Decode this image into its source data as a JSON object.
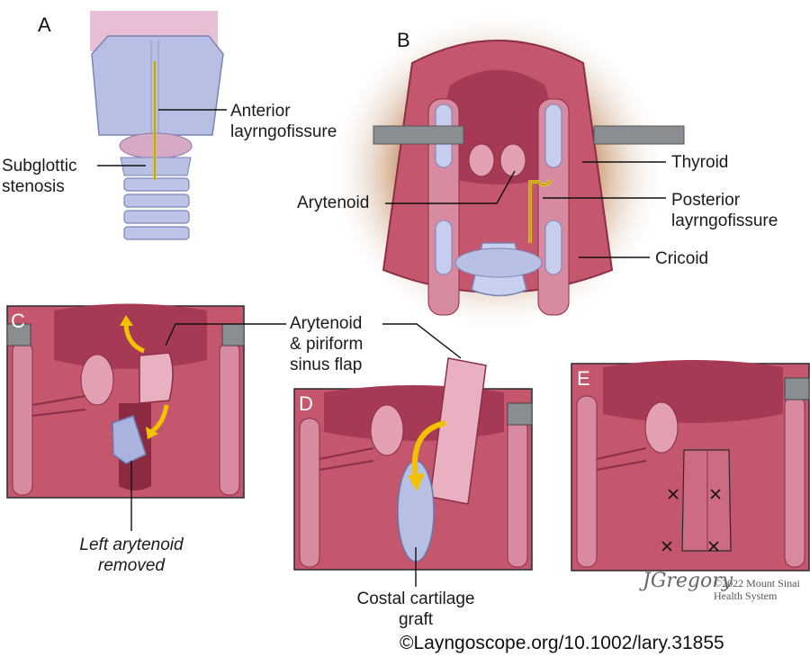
{
  "panels": {
    "a": {
      "letter": "A"
    },
    "b": {
      "letter": "B"
    },
    "c": {
      "letter": "C"
    },
    "d": {
      "letter": "D"
    },
    "e": {
      "letter": "E"
    }
  },
  "labels": {
    "anterior_line1": "Anterior",
    "anterior_line2": "layrngofissure",
    "subglottic_line1": "Subglottic",
    "subglottic_line2": "stenosis",
    "thyroid": "Thyroid",
    "arytenoid": "Arytenoid",
    "posterior_line1": "Posterior",
    "posterior_line2": "layrngofissure",
    "cricoid": "Cricoid",
    "flap_line1": "Arytenoid",
    "flap_line2": "& piriform",
    "flap_line3": "sinus flap",
    "left_ary_line1": "Left arytenoid",
    "left_ary_line2": "removed",
    "graft_line1": "Costal cartilage",
    "graft_line2": "graft"
  },
  "signature": {
    "name": "JGregory",
    "copyright_line1": "©2022 Mount Sinai",
    "copyright_line2": "Health System"
  },
  "credit": "©Layngoscope.org/10.1002/lary.31855",
  "colors": {
    "mucosa": "#c9637a",
    "mucosa_dark": "#9e3a52",
    "cartilage": "#b9c2e3",
    "incision": "#e8d21a",
    "arrow": "#f2c200"
  }
}
